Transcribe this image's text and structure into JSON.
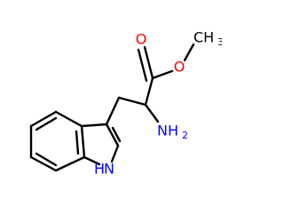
{
  "molecule": {
    "atom_labels": {
      "carbonyl_oxygen": "O",
      "ester_oxygen": "O",
      "methyl": "CH",
      "methyl_subscript": "3",
      "amine": "NH",
      "amine_subscript": "2",
      "indole_nh": "N",
      "indole_h": "H"
    },
    "colors": {
      "bond": "#000000",
      "oxygen": "#ff0000",
      "nitrogen": "#0000ff",
      "carbon_label": "#000000"
    }
  }
}
